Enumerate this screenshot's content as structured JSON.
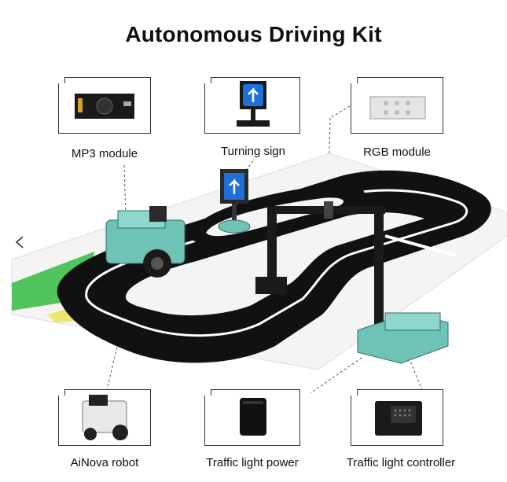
{
  "title": "Autonomous Driving Kit",
  "modules": {
    "mp3": "MP3 module",
    "turning_sign": "Turning sign",
    "rgb": "RGB module",
    "ainova": "AiNova robot",
    "tl_power": "Traffic light power",
    "tl_controller": "Traffic light controller"
  },
  "nav": {
    "prev_icon": "chevron-left-icon"
  },
  "colors": {
    "track": "#111111",
    "mat": "#f6f6f6",
    "robot": "#6fc2b6",
    "frame": "#1a1a1a"
  }
}
